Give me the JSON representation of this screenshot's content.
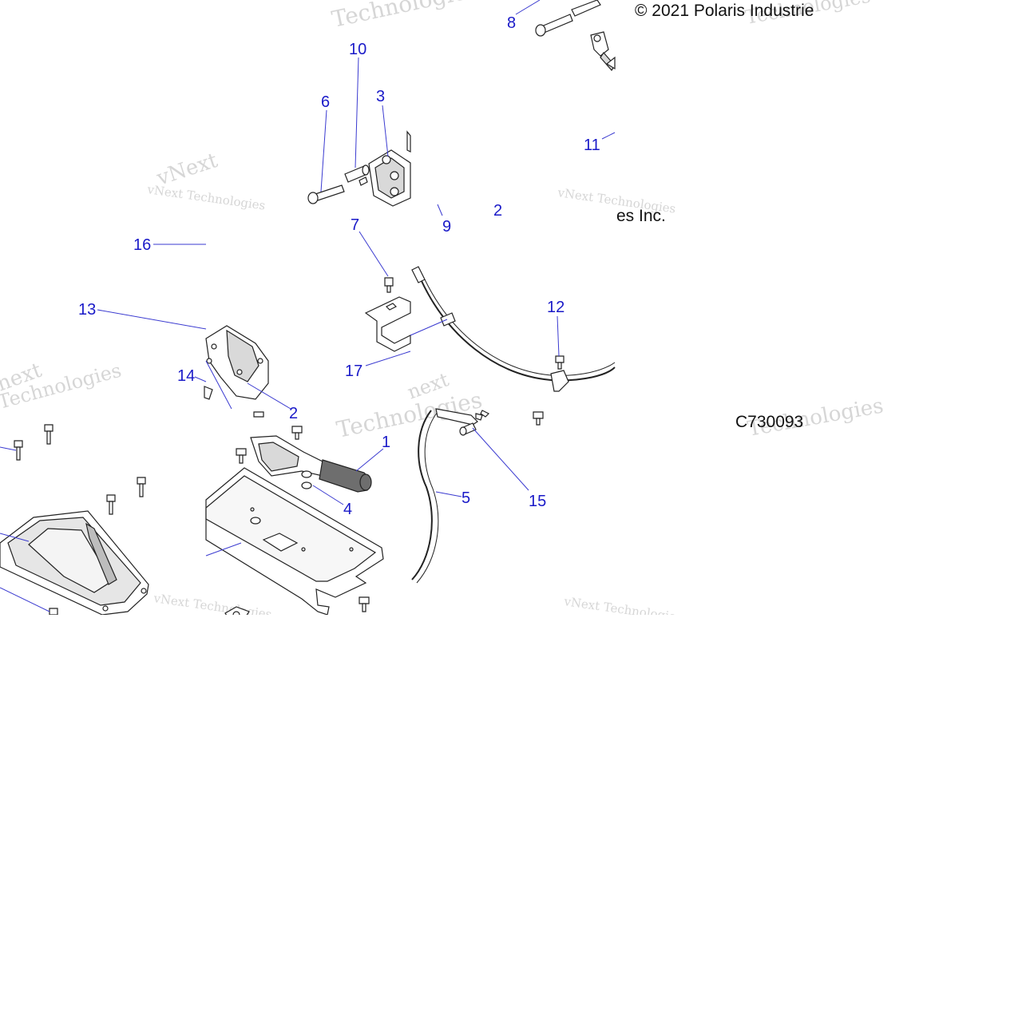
{
  "diagram": {
    "copyright": "© 2021 Polaris Industrie",
    "figure_code": "C730093",
    "fragment_text": "es Inc.",
    "watermark_texts": [
      "Technologies",
      "vNext Technologies",
      "vNext",
      "Technologies",
      "next"
    ],
    "callouts": [
      "1",
      "2",
      "3",
      "4",
      "5",
      "6",
      "7",
      "8",
      "9",
      "10",
      "11",
      "12",
      "13",
      "14",
      "15",
      "16",
      "17",
      "2"
    ],
    "colors": {
      "callout": "#1a1ac8",
      "leader": "#3a3ad0",
      "line": "#222222",
      "watermark": "#c9c9c9"
    }
  }
}
